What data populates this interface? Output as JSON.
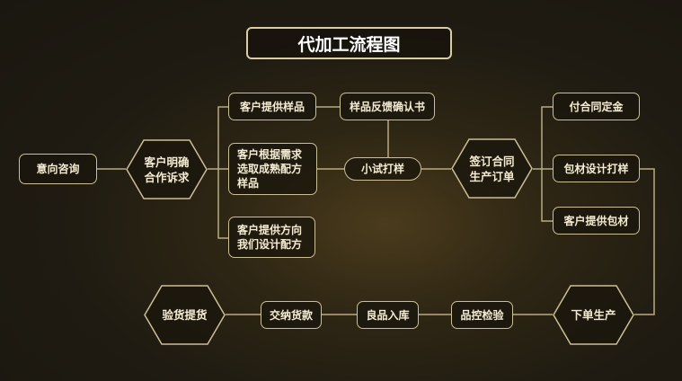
{
  "title": "代加工流程图",
  "nodes": {
    "inquiry": "意向咨询",
    "clarify": "客户明确\n合作诉求",
    "provide_sample": "客户提供样品",
    "choose_formula": "客户根据需求\n选取成熟配方\n样品",
    "design_formula": "客户提供方向\n我们设计配方",
    "feedback": "样品反馈确认书",
    "trial": "小试打样",
    "contract": "签订合同\n生产订单",
    "deposit": "付合同定金",
    "packaging_design": "包材设计打样",
    "client_packaging": "客户提供包材",
    "production": "下单生产",
    "qc": "品控检验",
    "storage": "良品入库",
    "payment": "交纳货款",
    "delivery": "验货提货"
  },
  "colors": {
    "line": "#cbbf95",
    "text": "#f4ecd2"
  }
}
